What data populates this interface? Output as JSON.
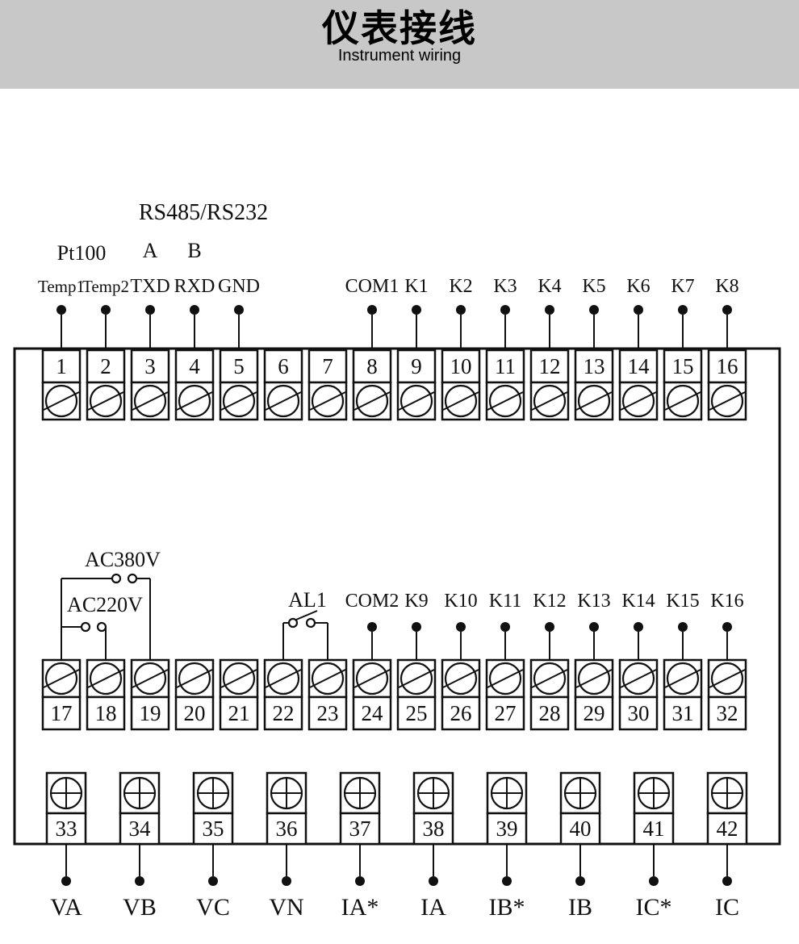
{
  "header": {
    "title_zh": "仪表接线",
    "title_en": "Instrument wiring"
  },
  "top_section": {
    "group_labels": {
      "pt100": "Pt100",
      "rs485": "RS485/RS232",
      "a": "A",
      "b": "B"
    },
    "pin_labels": [
      "Temp1",
      "Temp2",
      "TXD",
      "RXD",
      "GND",
      "COM1",
      "K1",
      "K2",
      "K3",
      "K4",
      "K5",
      "K6",
      "K7",
      "K8"
    ],
    "terminals": [
      "1",
      "2",
      "3",
      "4",
      "5",
      "6",
      "7",
      "8",
      "9",
      "10",
      "11",
      "12",
      "13",
      "14",
      "15",
      "16"
    ]
  },
  "middle_section": {
    "group_labels": {
      "ac380": "AC380V",
      "ac220": "AC220V",
      "al1": "AL1"
    },
    "pin_labels": [
      "COM2",
      "K9",
      "K10",
      "K11",
      "K12",
      "K13",
      "K14",
      "K15",
      "K16"
    ],
    "terminals": [
      "17",
      "18",
      "19",
      "20",
      "21",
      "22",
      "23",
      "24",
      "25",
      "26",
      "27",
      "28",
      "29",
      "30",
      "31",
      "32"
    ]
  },
  "bottom_section": {
    "terminals": [
      "33",
      "34",
      "35",
      "36",
      "37",
      "38",
      "39",
      "40",
      "41",
      "42"
    ],
    "pin_labels": [
      "VA",
      "VB",
      "VC",
      "VN",
      "IA*",
      "IA",
      "IB*",
      "IB",
      "IC*",
      "IC"
    ]
  },
  "colors": {
    "header_bg": "#c8c8c8",
    "line": "#111111",
    "background": "#ffffff"
  }
}
